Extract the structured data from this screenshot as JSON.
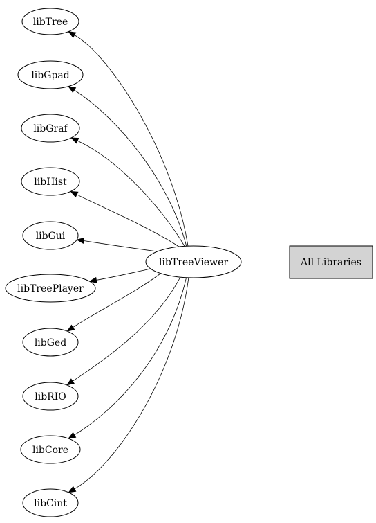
{
  "center": {
    "label": "libTreeViewer"
  },
  "dependencies": [
    {
      "label": "libTree"
    },
    {
      "label": "libGpad"
    },
    {
      "label": "libGraf"
    },
    {
      "label": "libHist"
    },
    {
      "label": "libGui"
    },
    {
      "label": "libTreePlayer"
    },
    {
      "label": "libGed"
    },
    {
      "label": "libRIO"
    },
    {
      "label": "libCore"
    },
    {
      "label": "libCint"
    }
  ],
  "all_libraries_button": {
    "label": "All Libraries"
  },
  "colors": {
    "button_fill": "#d3d3d3",
    "stroke": "#000000",
    "background": "#ffffff"
  }
}
